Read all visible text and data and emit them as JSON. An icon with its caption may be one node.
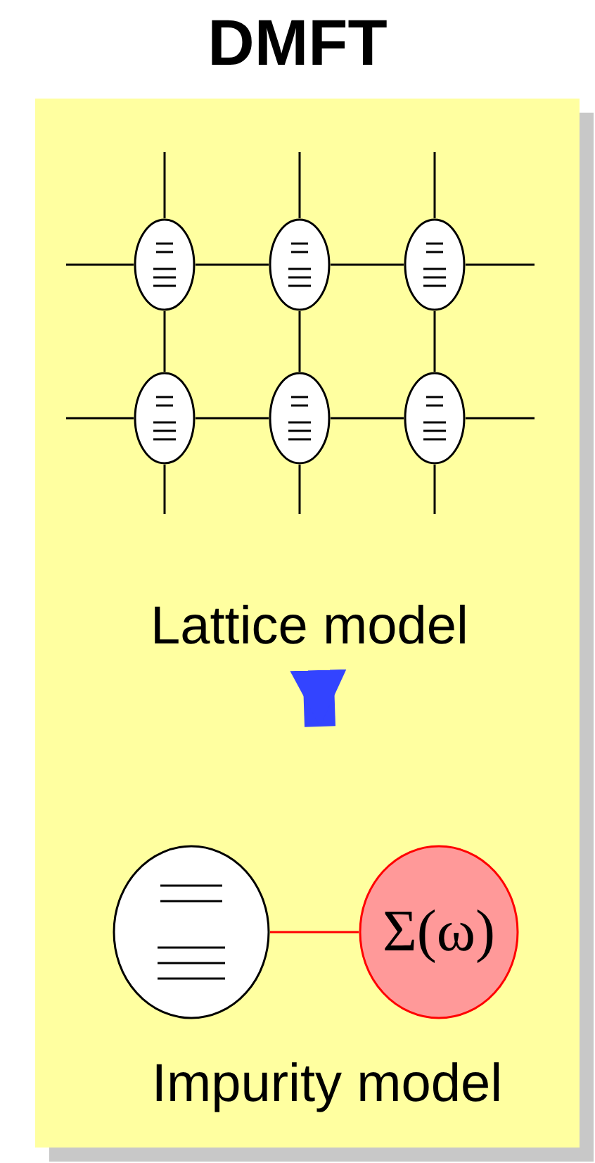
{
  "diagram": {
    "title": "DMFT",
    "nodes": [
      {
        "text": [],
        "shape": "box"
      },
      {
        "text": [
          "Lattice model"
        ],
        "in": 0
      },
      {
        "text": [],
        "shape": "ellipse",
        "in": 1
      },
      {
        "text": [],
        "shape": "ellipse",
        "in": 1
      },
      {
        "text": [],
        "shape": "ellipse",
        "in": 1
      },
      {
        "text": [],
        "shape": "ellipse",
        "in": 1
      },
      {
        "text": [],
        "shape": "ellipse",
        "in": 1
      },
      {
        "text": [],
        "shape": "ellipse",
        "in": 1
      },
      {
        "text": [
          "Impurity model"
        ],
        "in": 0
      },
      {
        "text": [],
        "shape": "ellipse",
        "in": 8
      },
      {
        "text": [
          "Σ(ω)"
        ],
        "in": 8
      }
    ],
    "edges": [
      {
        "from": 2,
        "to": 3,
        "arrow": "none"
      },
      {
        "from": 3,
        "to": 4,
        "arrow": "none"
      },
      {
        "from": 5,
        "to": 6,
        "arrow": "none"
      },
      {
        "from": 6,
        "to": 7,
        "arrow": "none"
      },
      {
        "from": 2,
        "to": 5,
        "arrow": "none"
      },
      {
        "from": 3,
        "to": 6,
        "arrow": "none"
      },
      {
        "from": 4,
        "to": 7,
        "arrow": "none"
      },
      {
        "from": null,
        "to": 2,
        "arrow": "none"
      },
      {
        "from": null,
        "to": 3,
        "arrow": "none"
      },
      {
        "from": null,
        "to": 4,
        "arrow": "none"
      },
      {
        "from": null,
        "to": 2,
        "arrow": "none"
      },
      {
        "from": null,
        "to": 5,
        "arrow": "none"
      },
      {
        "from": null,
        "to": 4,
        "arrow": "none"
      },
      {
        "from": null,
        "to": 7,
        "arrow": "none"
      },
      {
        "from": null,
        "to": 5,
        "arrow": "none"
      },
      {
        "from": null,
        "to": 6,
        "arrow": "none"
      },
      {
        "from": null,
        "to": 7,
        "arrow": "none"
      },
      {
        "from": 1,
        "to": 8,
        "arrow": "to",
        "style": "thick",
        "color": "#3344ff"
      },
      {
        "from": 9,
        "to": 10,
        "arrow": "none",
        "color": "#ff0000"
      }
    ]
  }
}
